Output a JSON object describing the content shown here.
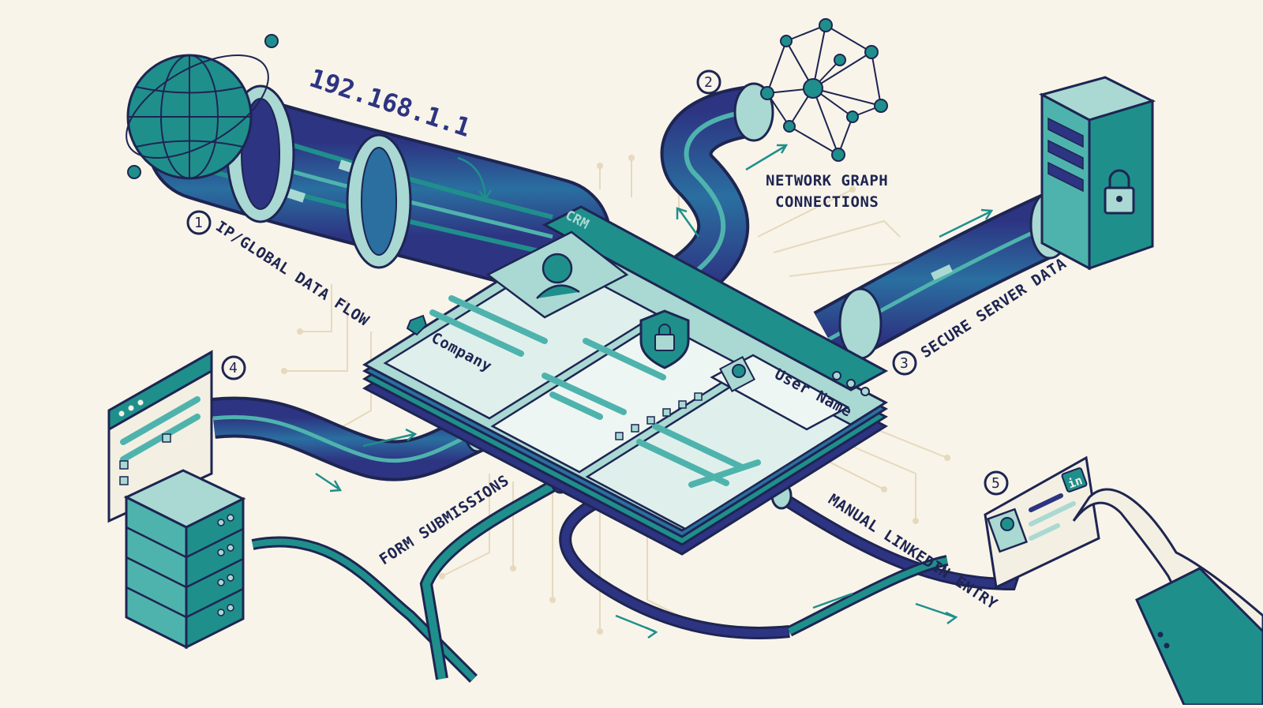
{
  "ip_address": "192.168.1.1",
  "crm": {
    "title": "CRM",
    "company_label": "Company",
    "user_label": "User Name"
  },
  "flows": [
    {
      "number": "1",
      "label": "IP/GLOBAL DATA FLOW"
    },
    {
      "number": "2",
      "label_lines": [
        "NETWORK GRAPH",
        "CONNECTIONS"
      ]
    },
    {
      "number": "3",
      "label": "SECURE SERVER DATA"
    },
    {
      "number": "4",
      "label": "FORM SUBMISSIONS"
    },
    {
      "number": "5",
      "label": "MANUAL LINKEDIN ENTRY"
    }
  ],
  "linkedin_badge": "in",
  "colors": {
    "background": "#f8f4e9",
    "ink": "#1e2552",
    "teal": "#1f8f8c",
    "teal_light": "#a9d9d2",
    "indigo": "#2d3482",
    "trace": "#e6d9bd"
  },
  "icons": [
    "globe-icon",
    "network-graph-icon",
    "server-lock-icon",
    "shield-lock-icon",
    "web-form-icon",
    "server-stack-icon",
    "linkedin-card-icon",
    "hand-icon"
  ]
}
